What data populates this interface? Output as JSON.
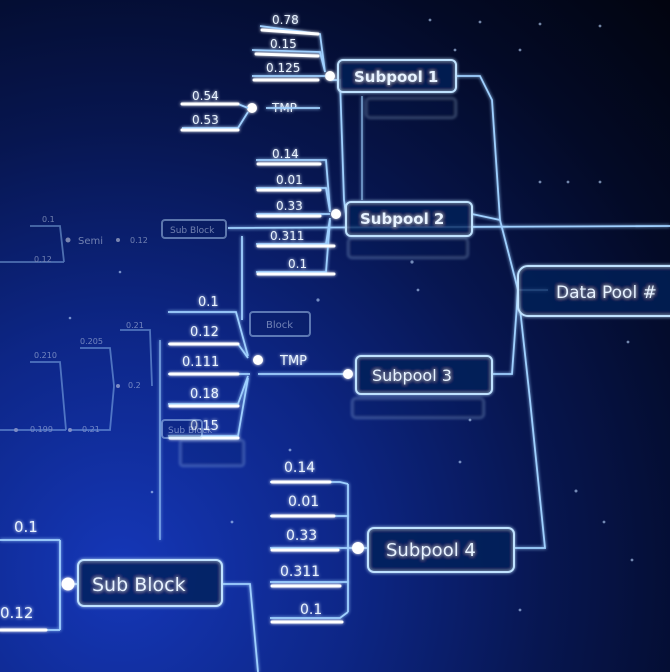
{
  "diagram": {
    "main_node": "Data Pool #",
    "subpools": {
      "s1": "Subpool 1",
      "s2": "Subpool 2",
      "s3": "Subpool 3",
      "s4": "Subpool 4"
    },
    "tmp_label": "TMP",
    "sub_block": "Sub Block",
    "sub_block_small": "Sub Block",
    "block_small": "Block",
    "semi_label": "Semi",
    "values_s4": [
      "0.14",
      "0.01",
      "0.33",
      "0.311",
      "0.1"
    ],
    "values_s3": [
      "0.1",
      "0.12",
      "0.111",
      "0.18",
      "0.15"
    ],
    "values_s2": [
      "0.14",
      "0.01",
      "0.33",
      "0.311",
      "0.1"
    ],
    "values_s1": [
      "0.78",
      "0.15",
      "0.125"
    ],
    "values_tmp_top": [
      "0.54",
      "0.53"
    ],
    "values_left_small": [
      "0.205",
      "0.210",
      "0.21",
      "0.199",
      "0.21",
      "0.2"
    ],
    "values_subblock": [
      "0.1",
      "0.12"
    ],
    "values_semi": [
      "0.1",
      "0.12"
    ]
  },
  "colors": {
    "background_deep": "#030a26",
    "background_glow": "#1537b8",
    "line": "#9fd0ff",
    "text": "#e8f3ff"
  }
}
